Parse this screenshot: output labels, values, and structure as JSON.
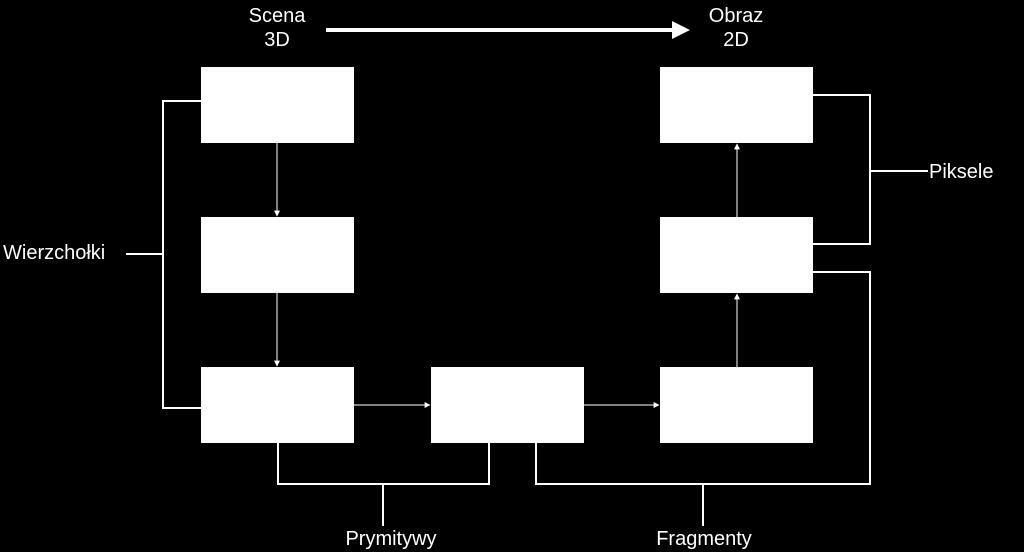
{
  "diagram": {
    "labels": {
      "scene_line1": "Scena",
      "scene_line2": "3D",
      "image_line1": "Obraz",
      "image_line2": "2D",
      "vertices": "Wierzchołki",
      "pixels": "Piksele",
      "primitives": "Prymitywy",
      "fragments": "Fragmenty"
    },
    "colors": {
      "background": "#000000",
      "box_fill": "#ffffff",
      "connector": "#ffffff",
      "text": "#ffffff"
    }
  }
}
